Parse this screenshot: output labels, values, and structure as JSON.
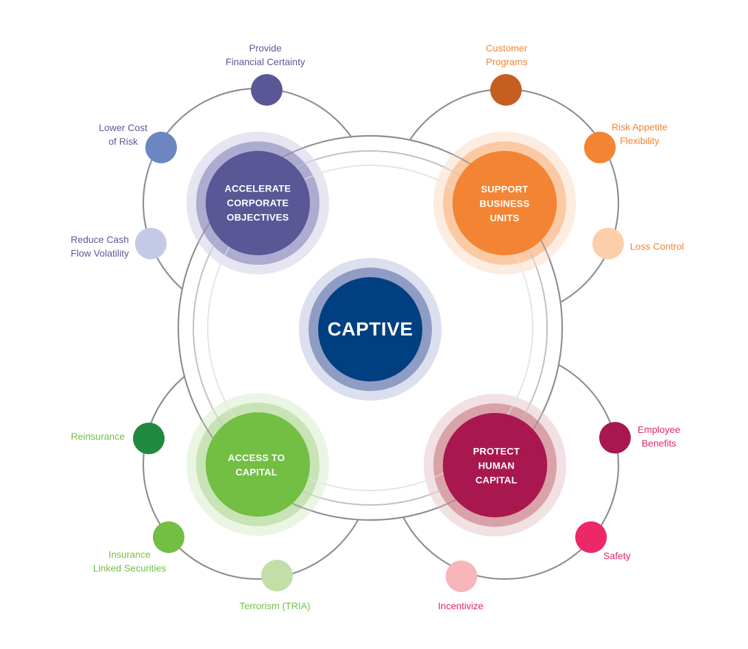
{
  "center": {
    "label": "CAPTIVE",
    "color": "#003f80",
    "ring_mid": "#8f9cc3",
    "ring_outer": "#dcdfee"
  },
  "pillars": [
    {
      "id": "accelerate",
      "label": "ACCELERATE\nCORPORATE\nOBJECTIVES",
      "color": "#5a5797",
      "ring_mid": "#adabd0",
      "ring_outer": "#e6e5f1",
      "text_color": "#5a5797",
      "benefits": [
        {
          "label": "Provide\nFinancial Certainty",
          "color": "#5a5797"
        },
        {
          "label": "Lower Cost\nof Risk",
          "color": "#6c86c1"
        },
        {
          "label": "Reduce Cash\nFlow Volatility",
          "color": "#c4cae6"
        }
      ]
    },
    {
      "id": "support",
      "label": "SUPPORT\nBUSINESS\nUNITS",
      "color": "#f38434",
      "ring_mid": "#fbcaa5",
      "ring_outer": "#fdece0",
      "text_color": "#f38434",
      "benefits": [
        {
          "label": "Customer\nPrograms",
          "color": "#c65e22"
        },
        {
          "label": "Risk Appetite\nFlexibility",
          "color": "#f38434"
        },
        {
          "label": "Loss Control",
          "color": "#fccfaa"
        }
      ]
    },
    {
      "id": "access",
      "label": "ACCESS TO\nCAPITAL",
      "color": "#72bf44",
      "ring_mid": "#c8e3b6",
      "ring_outer": "#ebf5e4",
      "text_color": "#72bf44",
      "benefits": [
        {
          "label": "Reinsurance",
          "color": "#1f8a3f"
        },
        {
          "label": "Insurance\nLinked Securities",
          "color": "#72bf44"
        },
        {
          "label": "Terrorism (TRIA)",
          "color": "#c1dfa6"
        }
      ]
    },
    {
      "id": "protect",
      "label": "PROTECT\nHUMAN\nCAPITAL",
      "color": "#a8184e",
      "ring_mid": "#d9a2a9",
      "ring_outer": "#f2e1e3",
      "text_color": "#e2275f",
      "benefits": [
        {
          "label": "Employee\nBenefits",
          "color": "#a8184e"
        },
        {
          "label": "Safety",
          "color": "#ec2866"
        },
        {
          "label": "Incentivize",
          "color": "#f7b6b9"
        }
      ]
    }
  ],
  "lines": {
    "dark": "#8c8c91",
    "mid": "#bfbfc3",
    "light": "#e4e4e6"
  }
}
